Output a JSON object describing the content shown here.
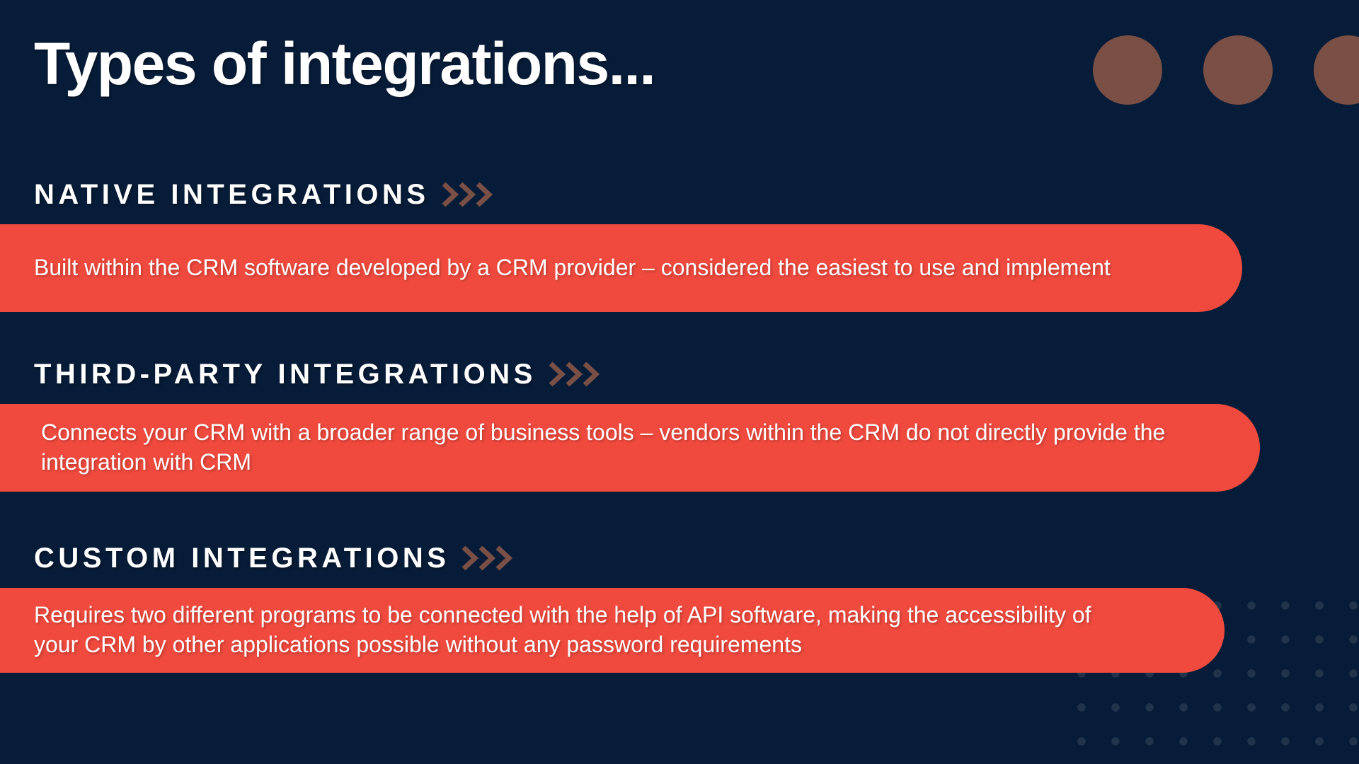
{
  "slide": {
    "title": "Types of integrations...",
    "background_color": "#071C38",
    "accent_bar_color": "#F04A3E",
    "accent_decor_color": "#7A5046",
    "dot_color": "#22344C",
    "text_color": "#FFFFFF"
  },
  "decor": {
    "circles": [
      {
        "name": "circle-1"
      },
      {
        "name": "circle-2"
      },
      {
        "name": "circle-3"
      }
    ],
    "chevron_icon": "double-chevron-right-icon",
    "dot_pattern": "dot-grid-pattern"
  },
  "sections": [
    {
      "heading": "NATIVE INTEGRATIONS",
      "body": "Built within the CRM software developed by a CRM provider – considered the easiest to use and implement"
    },
    {
      "heading": "THIRD-PARTY INTEGRATIONS",
      "body": "Connects your CRM with a broader range of business tools – vendors within the CRM do not directly provide the integration with CRM"
    },
    {
      "heading": "CUSTOM INTEGRATIONS",
      "body": "Requires two different programs to be connected with the help of API software, making the accessibility of your CRM by other applications possible without any password requirements"
    }
  ]
}
